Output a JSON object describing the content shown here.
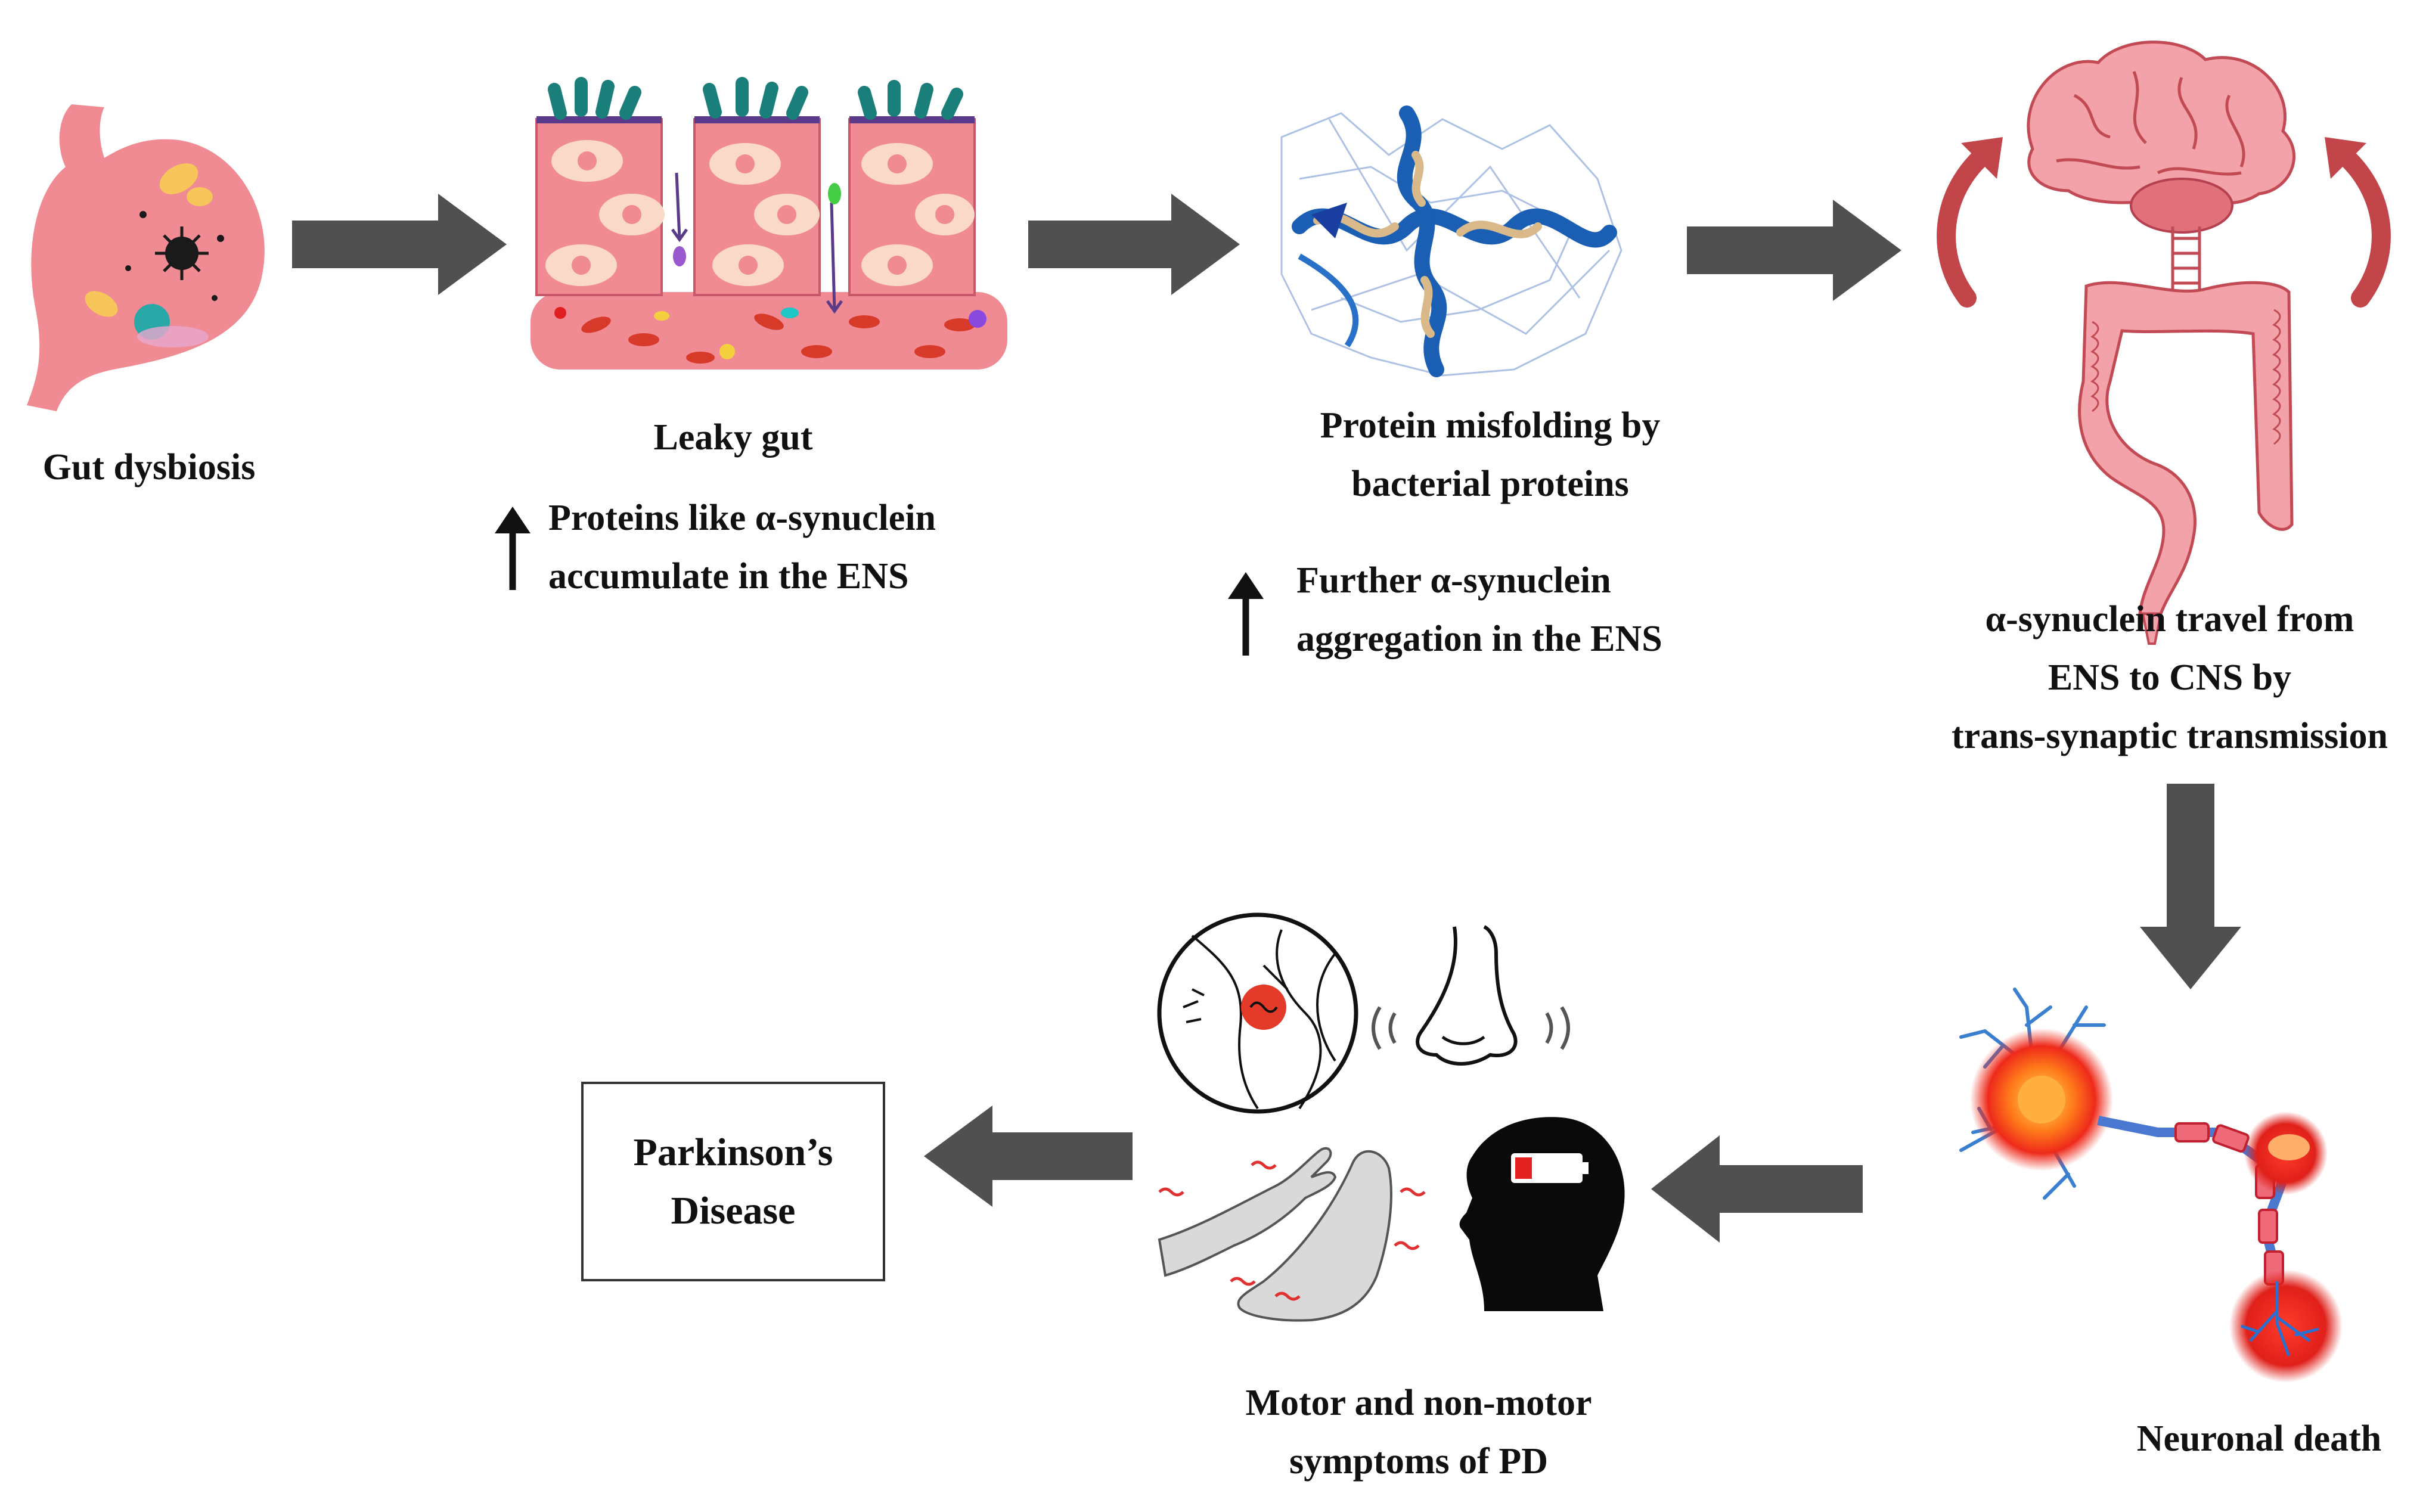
{
  "labels": {
    "gut_dysbiosis": "Gut dysbiosis",
    "leaky_gut": "Leaky gut",
    "leaky_note": [
      "Proteins like α-synuclein",
      "accumulate in the ENS"
    ],
    "protein_misfolding": [
      "Protein misfolding by",
      "bacterial proteins"
    ],
    "misfolding_note": [
      "Further α-synuclein",
      "aggregation in the ENS"
    ],
    "transmission": [
      "α-synuclein travel from",
      "ENS to CNS by",
      "trans-synaptic transmission"
    ],
    "neuronal_death": "Neuronal death",
    "symptoms": [
      "Motor and non-motor",
      "symptoms of PD"
    ],
    "outcome": [
      "Parkinson’s",
      "Disease"
    ]
  },
  "icons": [
    "stomach-icon",
    "intestinal-barrier-icon",
    "protein-structure-icon",
    "brain-gut-axis-icon",
    "neuron-icon",
    "knee-pain-icon",
    "nose-smell-icon",
    "tremor-hand-foot-icon",
    "low-energy-head-icon"
  ],
  "colors": {
    "arrow": "#505050",
    "stomach": "#f08a93",
    "brain": "#f2a2a8",
    "red_accent": "#e23b2e",
    "protein_blue": "#1a5fb4",
    "protein_tan": "#d9b98a",
    "neuron_blue": "#3a7fd0"
  }
}
